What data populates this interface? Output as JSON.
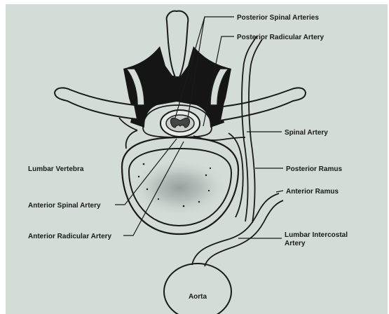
{
  "diagram": {
    "labels": {
      "posterior_spinal_arteries": "Posterior Spinal Arteries",
      "posterior_radicular_artery": "Posterior Radicular Artery",
      "spinal_artery": "Spinal Artery",
      "lumbar_vertebra": "Lumbar Vertebra",
      "posterior_ramus": "Posterior Ramus",
      "anterior_ramus": "Anterior Ramus",
      "anterior_spinal_artery": "Anterior Spinal Artery",
      "anterior_radicular_artery": "Anterior Radicular Artery",
      "lumbar_intercostal_artery_line1": "Lumbar Intercostal",
      "lumbar_intercostal_artery_line2": "Artery",
      "aorta": "Aorta"
    },
    "colors": {
      "background": "#d4dcd8",
      "bone_dark": "#151515",
      "ink": "#1a1a1a"
    }
  }
}
